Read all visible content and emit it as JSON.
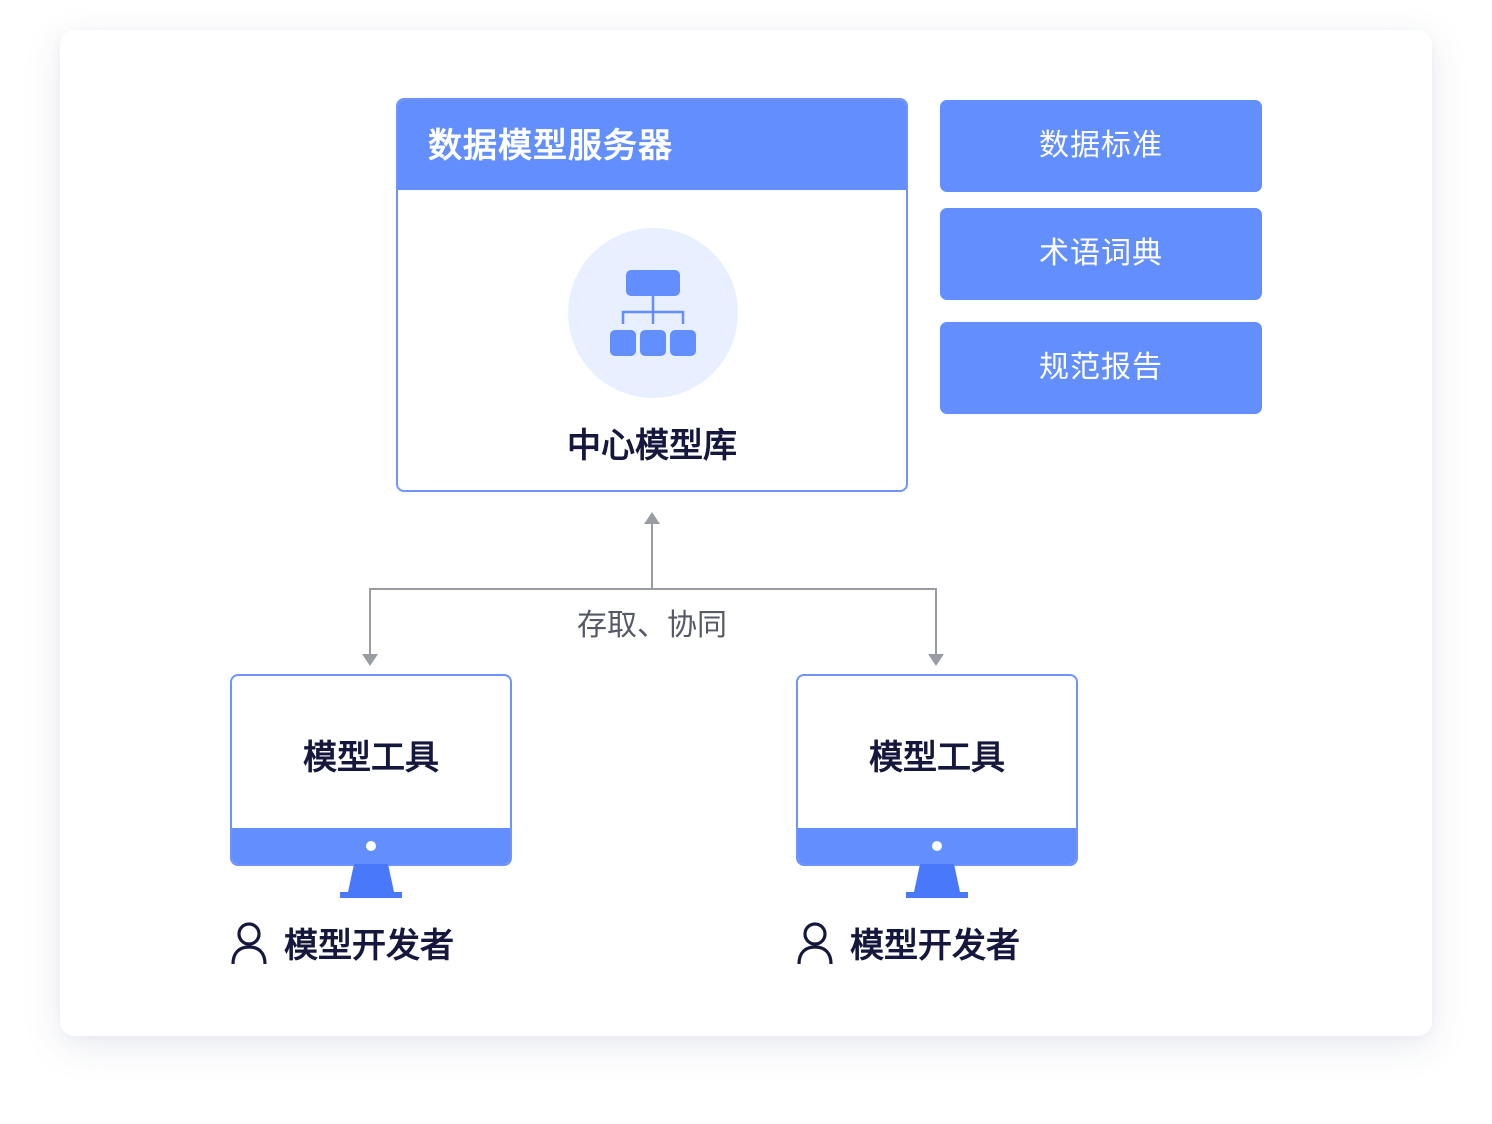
{
  "server": {
    "title": "数据模型服务器",
    "repository_label": "中心模型库"
  },
  "side_items": [
    "数据标准",
    "术语词典",
    "规范报告"
  ],
  "connector": {
    "label": "存取、协同"
  },
  "clients": [
    {
      "tool_label": "模型工具",
      "user_label": "模型开发者"
    },
    {
      "tool_label": "模型工具",
      "user_label": "模型开发者"
    }
  ],
  "icons": {
    "repository": "hierarchy-icon",
    "user": "person-icon",
    "client": "monitor-icon"
  },
  "colors": {
    "accent": "#638efd",
    "accent_dark": "#4a78fb",
    "icon_bg": "#e8efff",
    "text_dark": "#15173d",
    "connector": "#9a9ca3"
  }
}
